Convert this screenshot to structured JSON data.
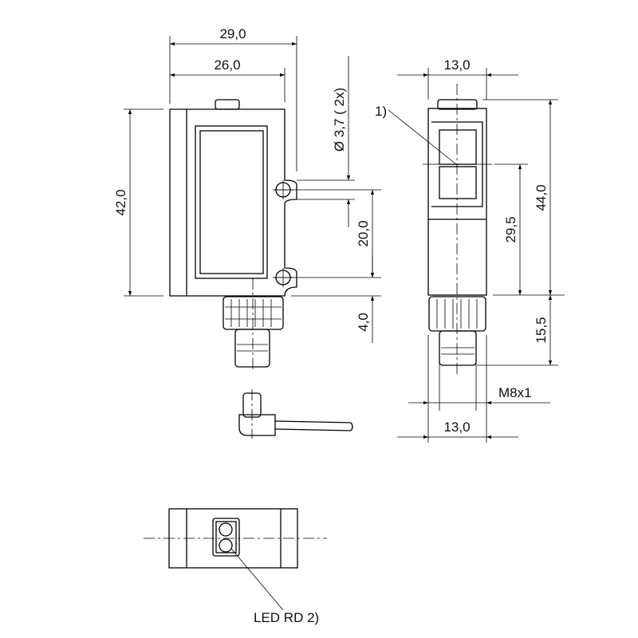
{
  "dimensions": {
    "width_overall": "29,0",
    "width_body": "26,0",
    "height_body": "42,0",
    "hole_diameter": "Ø 3,7 ( 2x)",
    "hole_spacing": "20,0",
    "hole_offset": "4,0",
    "side_width_top": "13,0",
    "side_height": "44,0",
    "optical_axis_height": "29,5",
    "connector_length": "15,5",
    "thread": "M8x1",
    "side_width_bottom": "13,0"
  },
  "notes": {
    "note1": "1)",
    "led_label": "LED RD 2)"
  }
}
